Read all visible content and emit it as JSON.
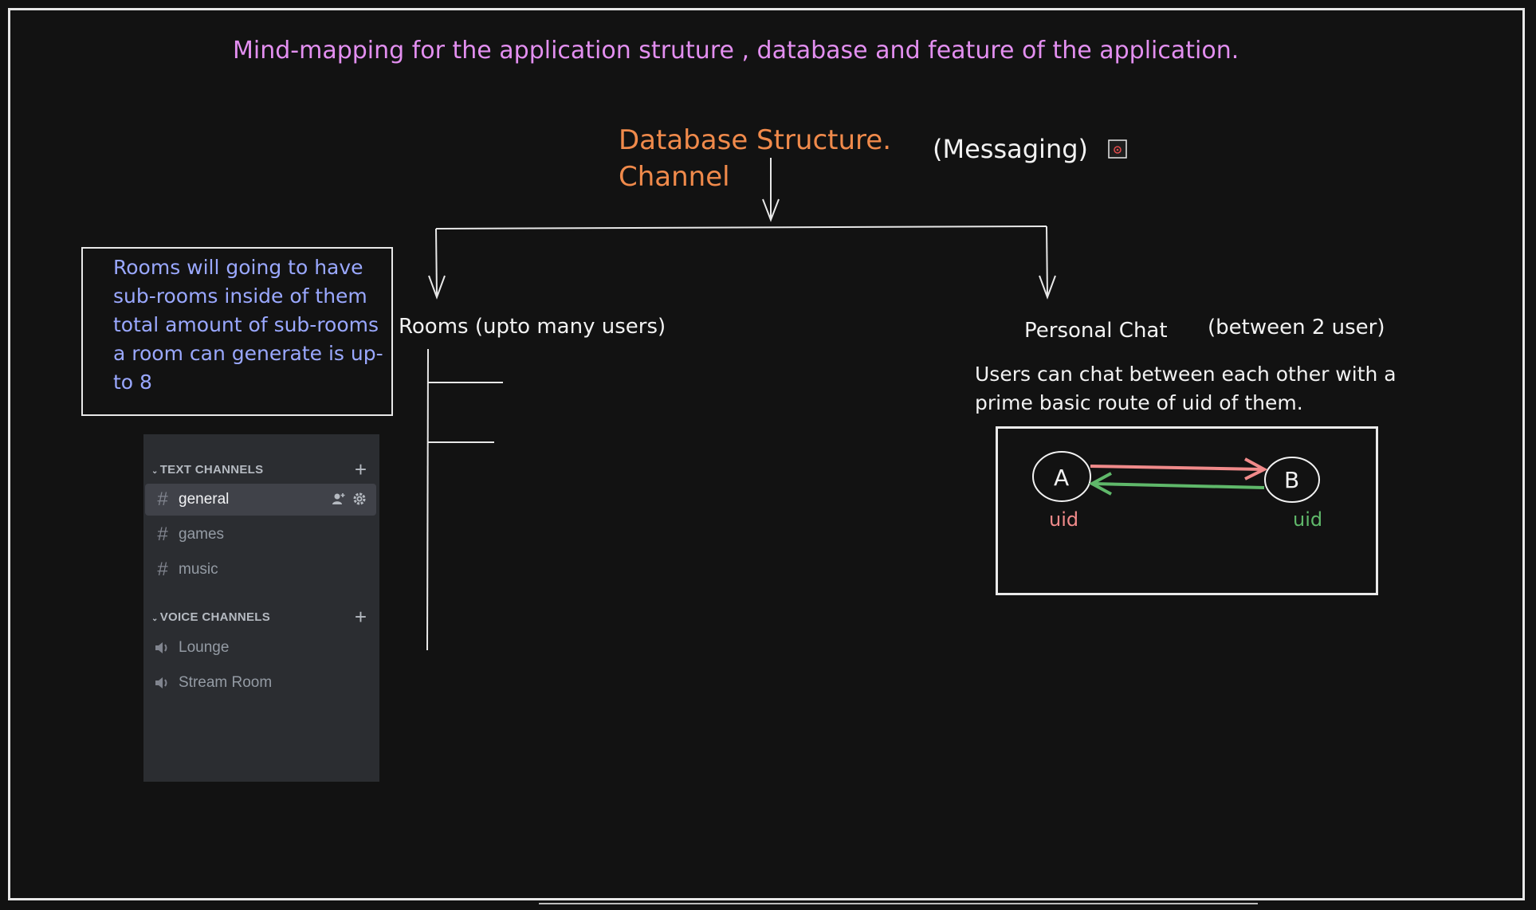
{
  "title": "Mind-mapping for the application struture , database and feature of the application.",
  "database": {
    "heading": "Database Structure.",
    "subheading": "Channel",
    "type_label": "(Messaging)"
  },
  "rooms": {
    "label": "Rooms (upto many users)",
    "note": "Rooms will going to have sub-rooms inside of them total amount of sub-rooms a room can generate is up-to 8"
  },
  "personal_chat": {
    "label": "Personal Chat",
    "sub_label": "(between 2 user)",
    "description": "Users can chat between each other with a prime basic route of uid of them.",
    "node_a": "A",
    "node_b": "B",
    "uid_a": "uid",
    "uid_b": "uid"
  },
  "channel_panel": {
    "text_category": "TEXT CHANNELS",
    "voice_category": "VOICE CHANNELS",
    "text_channels": [
      "general",
      "games",
      "music"
    ],
    "voice_channels": [
      "Lounge",
      "Stream Room"
    ]
  },
  "colors": {
    "title": "#e38ff0",
    "db_heading": "#f08a4b",
    "note": "#9aa8ff",
    "arrow_a_to_b": "#f08a8a",
    "arrow_b_to_a": "#5fb86a"
  }
}
